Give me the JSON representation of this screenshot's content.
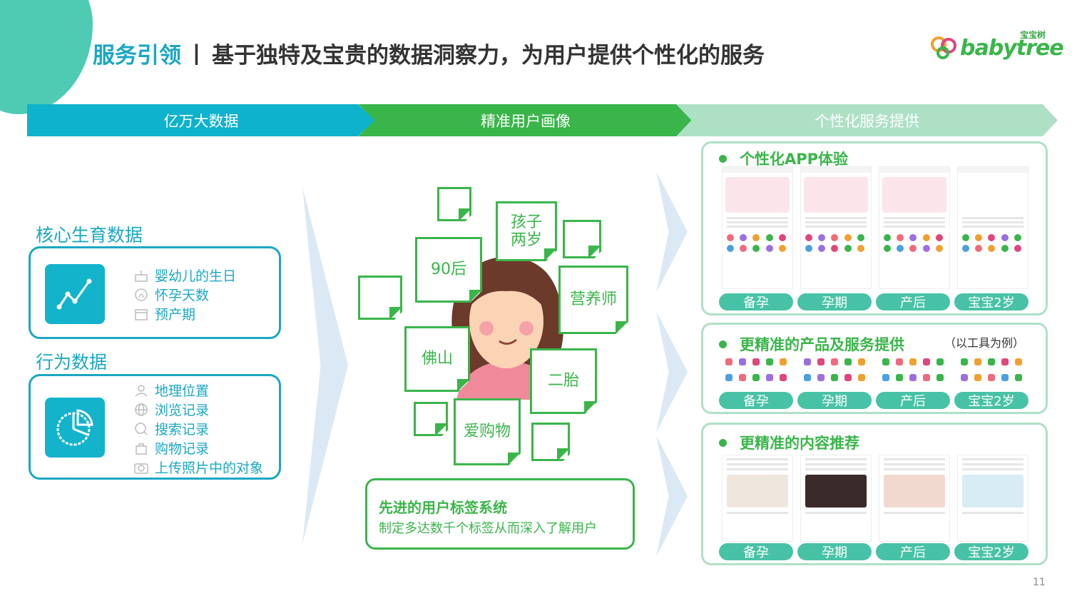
{
  "header": {
    "title_part1": "服务引领",
    "separator": "丨",
    "title_part2": "基于独特及宝贵的数据洞察力，为用户提供个性化的服务",
    "logo_cn": "宝宝树",
    "logo_en": "babytree"
  },
  "banners": {
    "big_data": "亿万大数据",
    "user_profile": "精准用户画像",
    "personalized": "个性化服务提供"
  },
  "core_data": {
    "title": "核心生育数据",
    "items": [
      "婴幼儿的生日",
      "怀孕天数",
      "预产期"
    ]
  },
  "behavior_data": {
    "title": "行为数据",
    "items": [
      "地理位置",
      "浏览记录",
      "搜索记录",
      "购物记录",
      "上传照片中的对象"
    ]
  },
  "tags": {
    "child_age": "孩子\n两岁",
    "post90": "90后",
    "nutritionist": "营养师",
    "foshan": "佛山",
    "second_child": "二胎",
    "shopaholic": "爱购物"
  },
  "tag_system": {
    "title": "先进的用户标签系统",
    "subtitle": "制定多达数千个标签从而深入了解用户"
  },
  "panels": {
    "app": {
      "title": "个性化APP体验"
    },
    "products": {
      "title": "更精准的产品及服务提供",
      "note": "（以工具为例）"
    },
    "content": {
      "title": "更精准的内容推荐"
    }
  },
  "stages": [
    "备孕",
    "孕期",
    "产后",
    "宝宝2岁"
  ],
  "page_number": "11",
  "colors": {
    "teal": "#1aa7c4",
    "green": "#3ab54a",
    "light_green": "#aee0c6",
    "stage_pill": "#48c2a6"
  }
}
